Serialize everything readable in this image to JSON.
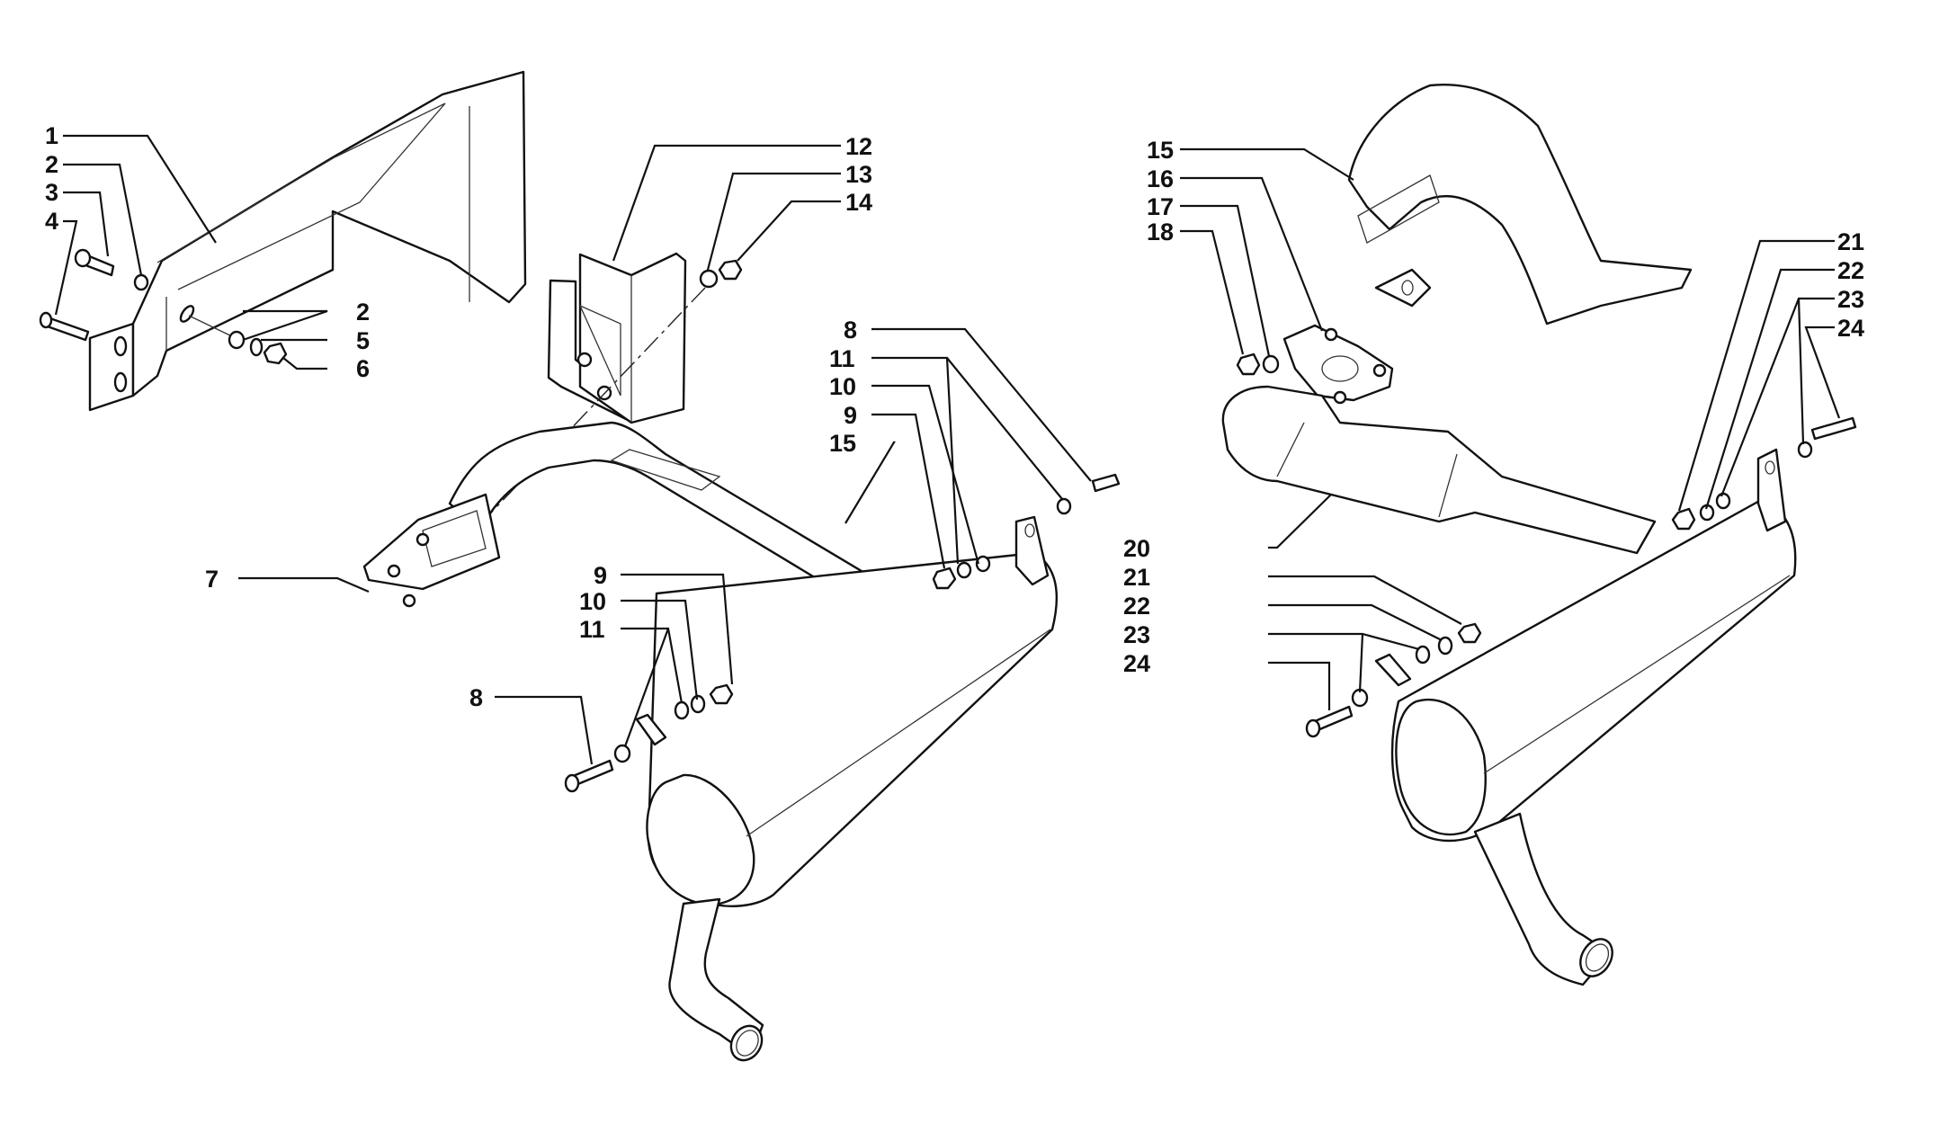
{
  "title": "Exhaust system exploded parts diagram",
  "views": [
    {
      "name": "left-assembly",
      "callouts": [
        {
          "id": "c1",
          "text": "1"
        },
        {
          "id": "c2a",
          "text": "2"
        },
        {
          "id": "c3",
          "text": "3"
        },
        {
          "id": "c4",
          "text": "4"
        },
        {
          "id": "c2b",
          "text": "2"
        },
        {
          "id": "c5",
          "text": "5"
        },
        {
          "id": "c6",
          "text": "6"
        },
        {
          "id": "c7",
          "text": "7"
        },
        {
          "id": "c12",
          "text": "12"
        },
        {
          "id": "c13",
          "text": "13"
        },
        {
          "id": "c14",
          "text": "14"
        },
        {
          "id": "c8a",
          "text": "8"
        },
        {
          "id": "c11a",
          "text": "11"
        },
        {
          "id": "c10a",
          "text": "10"
        },
        {
          "id": "c9a",
          "text": "9"
        },
        {
          "id": "c15a",
          "text": "15"
        },
        {
          "id": "c9b",
          "text": "9"
        },
        {
          "id": "c10b",
          "text": "10"
        },
        {
          "id": "c11b",
          "text": "11"
        },
        {
          "id": "c8b",
          "text": "8"
        }
      ]
    },
    {
      "name": "right-assembly",
      "callouts": [
        {
          "id": "c15b",
          "text": "15"
        },
        {
          "id": "c16",
          "text": "16"
        },
        {
          "id": "c17",
          "text": "17"
        },
        {
          "id": "c18",
          "text": "18"
        },
        {
          "id": "c21a",
          "text": "21"
        },
        {
          "id": "c22a",
          "text": "22"
        },
        {
          "id": "c23a",
          "text": "23"
        },
        {
          "id": "c24a",
          "text": "24"
        },
        {
          "id": "c20",
          "text": "20"
        },
        {
          "id": "c21b",
          "text": "21"
        },
        {
          "id": "c22b",
          "text": "22"
        },
        {
          "id": "c23b",
          "text": "23"
        },
        {
          "id": "c24b",
          "text": "24"
        }
      ]
    }
  ],
  "labels": {
    "c1": "1",
    "c2a": "2",
    "c3": "3",
    "c4": "4",
    "c2b": "2",
    "c5": "5",
    "c6": "6",
    "c7": "7",
    "c12": "12",
    "c13": "13",
    "c14": "14",
    "c8a": "8",
    "c11a": "11",
    "c10a": "10",
    "c9a": "9",
    "c15a": "15",
    "c9b": "9",
    "c10b": "10",
    "c11b": "11",
    "c8b": "8",
    "c15b": "15",
    "c16": "16",
    "c17": "17",
    "c18": "18",
    "c21a": "21",
    "c22a": "22",
    "c23a": "23",
    "c24a": "24",
    "c20": "20",
    "c21b": "21",
    "c22b": "22",
    "c23b": "23",
    "c24b": "24"
  }
}
